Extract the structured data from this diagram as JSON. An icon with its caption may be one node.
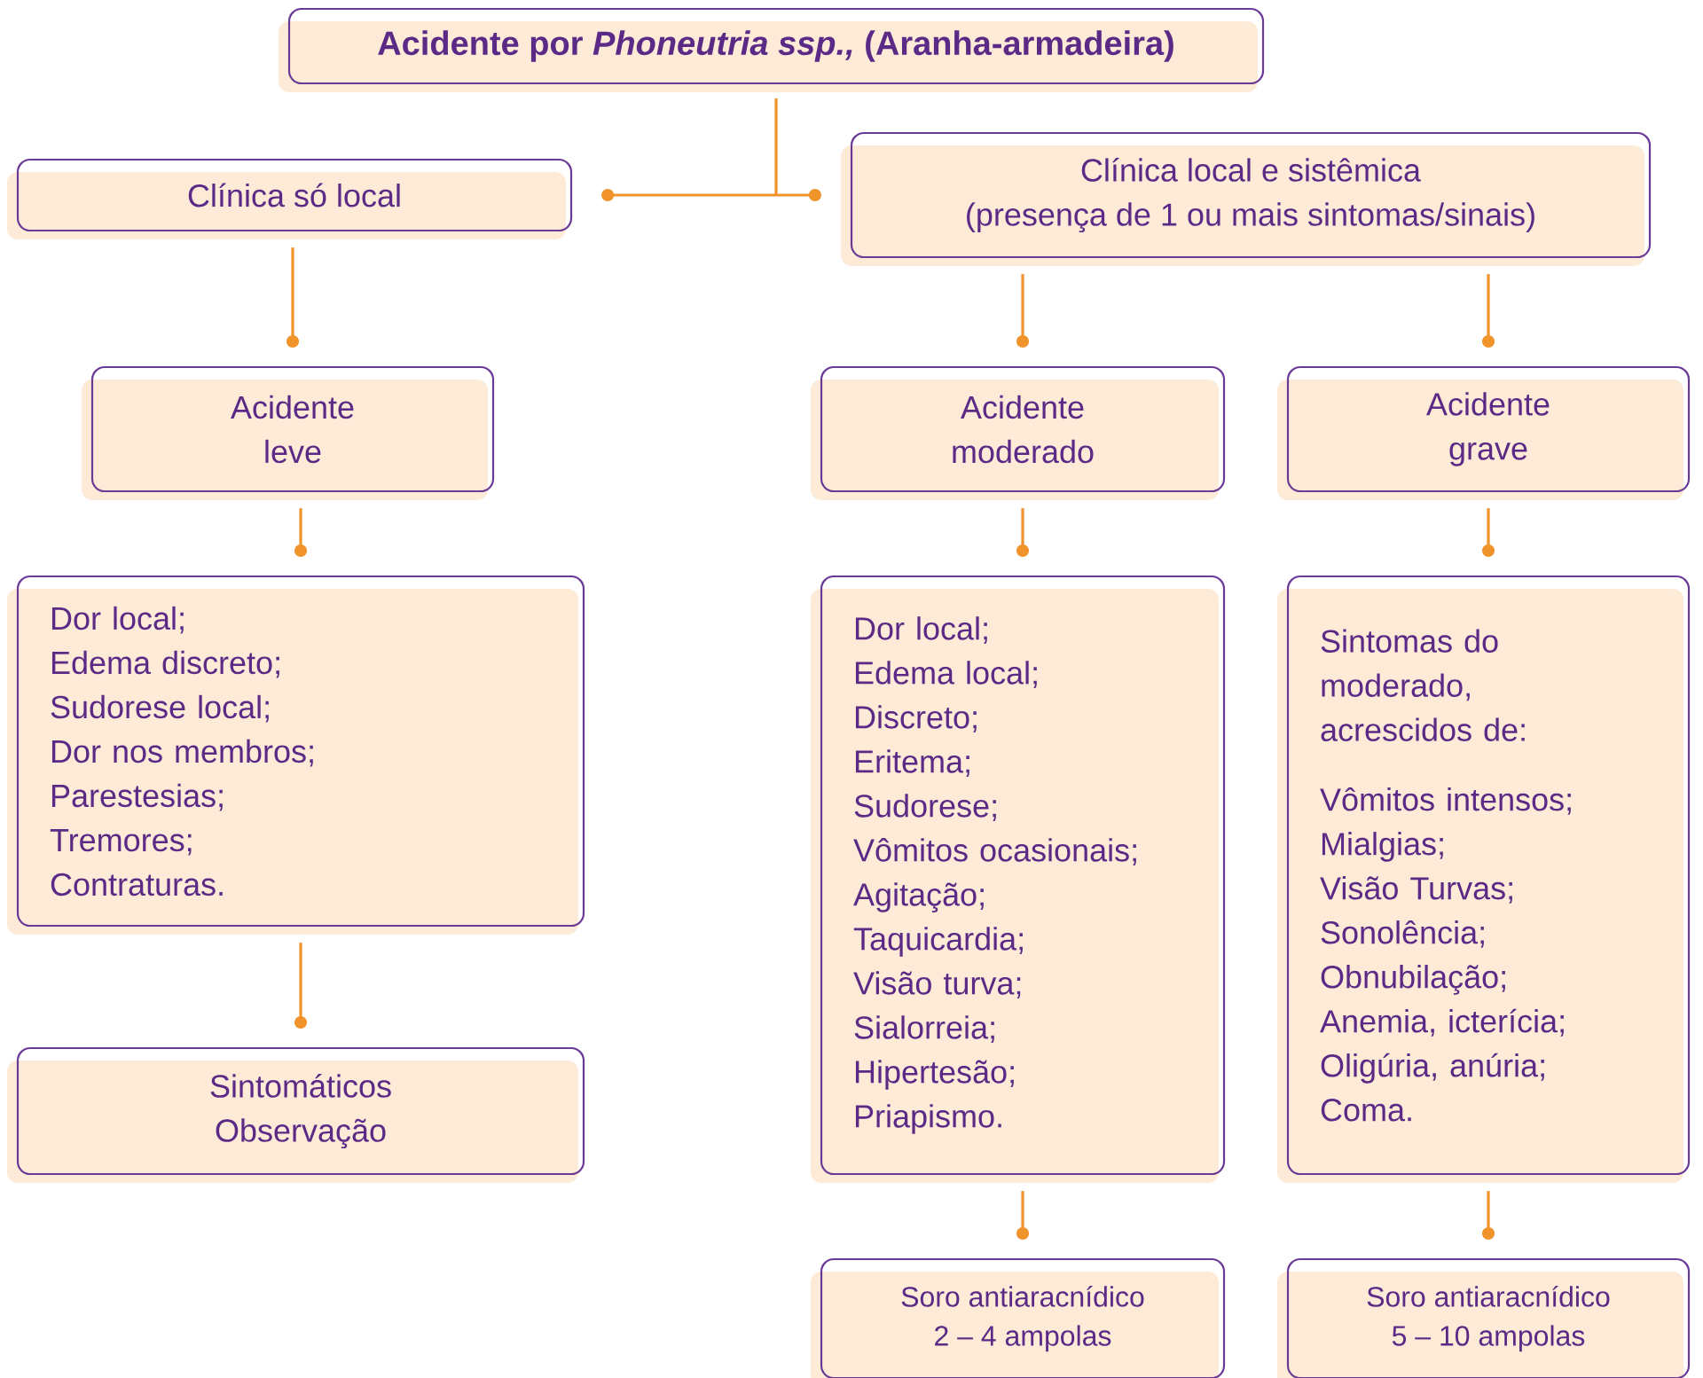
{
  "diagram": {
    "nodes": [
      {
        "text": [
          "Acidente por *Phoneutria ssp.,* (Aranha-armadeira)"
        ]
      },
      {
        "text": [
          "Clínica só local"
        ]
      },
      {
        "text": [
          "Clínica local e sistêmica",
          "(presença de 1 ou mais sintomas/sinais)"
        ]
      },
      {
        "text": [
          "Acidente leve"
        ]
      },
      {
        "text": [
          "Acidente moderado"
        ]
      },
      {
        "text": [
          "Acidente grave"
        ]
      },
      {
        "text": [
          "Dor local;",
          "Edema discreto;",
          "Sudorese local;",
          "Dor nos membros;",
          "Parestesias;",
          "Tremores;",
          "Contraturas."
        ]
      },
      {
        "text": [
          "Dor local;",
          "Edema local;",
          "Discreto;",
          "Eritema;",
          "Sudorese;",
          "Vômitos ocasionais;",
          "Agitação;",
          "Taquicardia;",
          "Visão turva;",
          "Sialorreia;",
          "Hipertesão;",
          "Priapismo."
        ]
      },
      {
        "text": [
          "Sintomas do moderado, acrescidos de:",
          "Vômitos intensos;",
          "Mialgias;",
          "Visão Turvas;",
          "Sonolência;",
          "Obnubilação;",
          "Anemia, icterícia;",
          "Oligúria, anúria;",
          "Coma."
        ]
      },
      {
        "text": [
          "Sintomáticos",
          "Observação"
        ]
      },
      {
        "text": [
          "Soro antiaracnídico",
          "2 – 4 ampolas"
        ]
      },
      {
        "text": [
          "Soro antiaracnídico",
          "5 – 10 ampolas"
        ]
      }
    ],
    "edges": [
      {
        "from": 0,
        "to": 1,
        "arrow": "other"
      },
      {
        "from": 0,
        "to": 2,
        "arrow": "other"
      },
      {
        "from": 1,
        "to": 3,
        "arrow": "other"
      },
      {
        "from": 2,
        "to": 4,
        "arrow": "other"
      },
      {
        "from": 2,
        "to": 5,
        "arrow": "other"
      },
      {
        "from": 3,
        "to": 6,
        "arrow": "other"
      },
      {
        "from": 4,
        "to": 7,
        "arrow": "other"
      },
      {
        "from": 5,
        "to": 8,
        "arrow": "other"
      },
      {
        "from": 6,
        "to": 9,
        "arrow": "other"
      },
      {
        "from": 7,
        "to": 10,
        "arrow": "other"
      },
      {
        "from": 8,
        "to": 11,
        "arrow": "other"
      }
    ]
  }
}
